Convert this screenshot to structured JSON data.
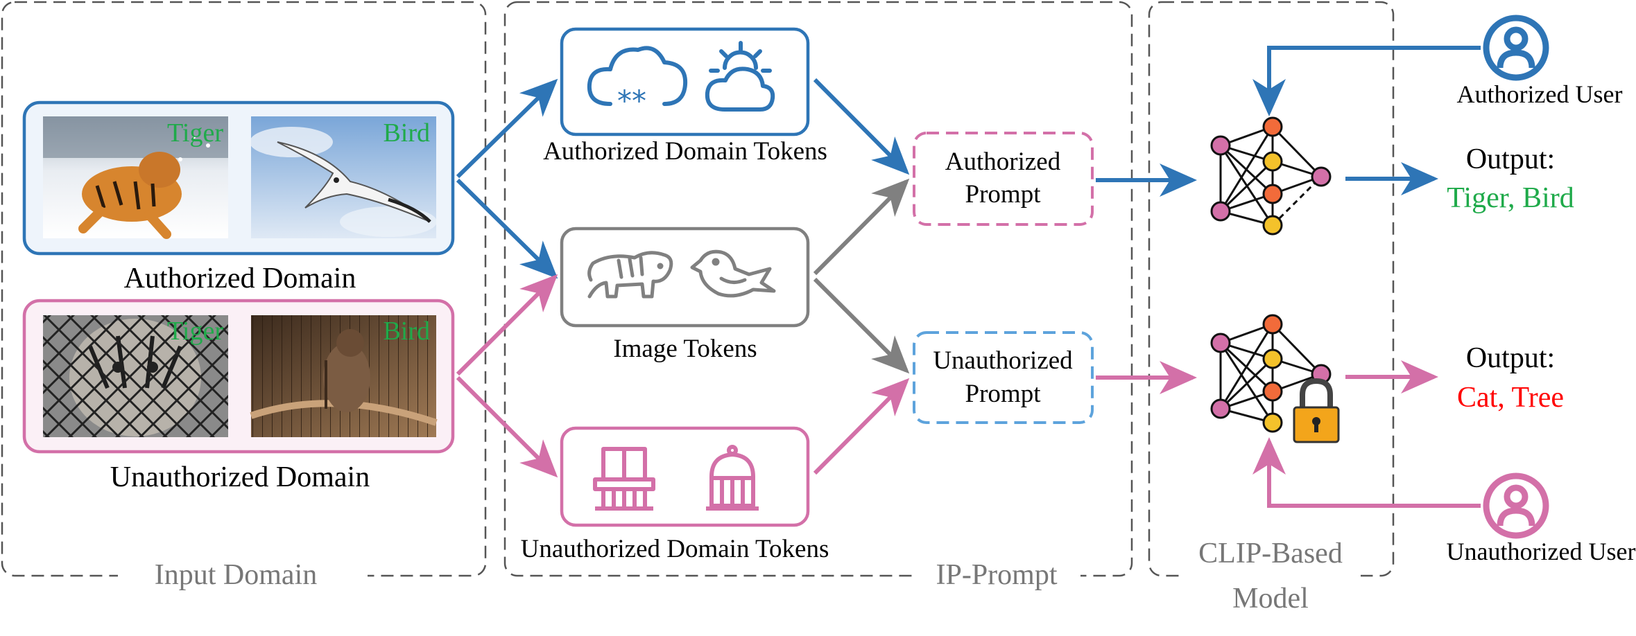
{
  "sections": {
    "input_domain": "Input Domain",
    "ip_prompt": "IP-Prompt",
    "clip_model_line1": "CLIP-Based",
    "clip_model_line2": "Model"
  },
  "domains": {
    "authorized": {
      "label": "Authorized Domain",
      "img1_label": "Tiger",
      "img2_label": "Bird"
    },
    "unauthorized": {
      "label": "Unauthorized Domain",
      "img1_label": "Tiger",
      "img2_label": "Bird"
    }
  },
  "tokens": {
    "authorized": "Authorized Domain Tokens",
    "image": "Image Tokens",
    "unauthorized": "Unauthorized Domain Tokens"
  },
  "prompts": {
    "authorized_line1": "Authorized",
    "authorized_line2": "Prompt",
    "unauthorized_line1": "Unauthorized",
    "unauthorized_line2": "Prompt"
  },
  "users": {
    "authorized": "Authorized User",
    "unauthorized": "Unauthorized User"
  },
  "outputs": {
    "label": "Output:",
    "authorized_result": "Tiger, Bird",
    "unauthorized_result": "Cat, Tree"
  },
  "colors": {
    "authorized_blue": "#2E75B6",
    "unauthorized_pink": "#D370A8",
    "neutral_gray": "#808080",
    "output_green": "#1FAA4A",
    "output_red": "#FF0000"
  },
  "icons": {
    "auth_tokens": [
      "snow-cloud-icon",
      "sun-cloud-icon"
    ],
    "image_tokens": [
      "tiger-icon",
      "bird-icon"
    ],
    "unauth_tokens": [
      "fence-icon",
      "birdcage-icon"
    ],
    "user": "user-icon",
    "lock": "lock-icon",
    "network": "network-icon"
  }
}
